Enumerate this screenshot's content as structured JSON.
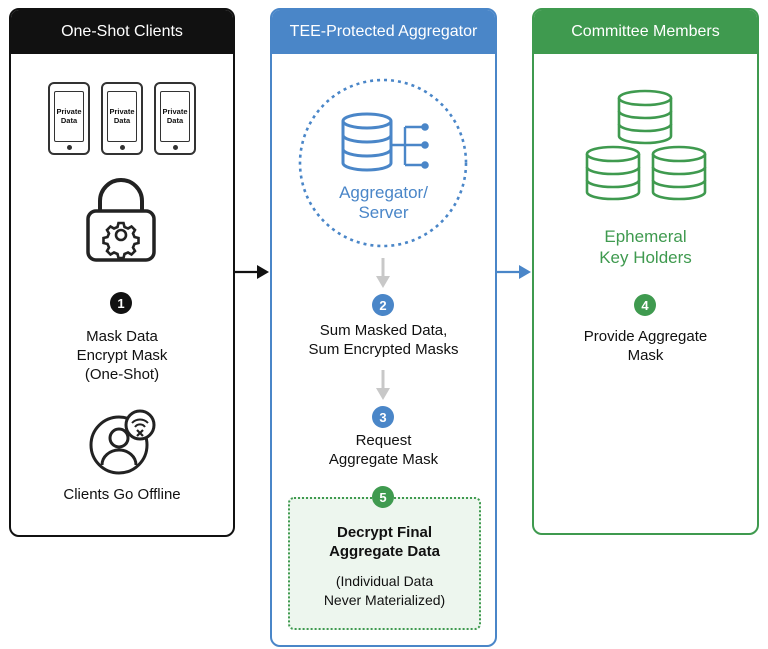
{
  "panels": {
    "clients": {
      "title": "One-Shot Clients"
    },
    "aggregator": {
      "title": "TEE-Protected Aggregator"
    },
    "committee": {
      "title": "Committee Members"
    }
  },
  "clients": {
    "phone_label_1": "Private",
    "phone_label_2": "Data",
    "step1": {
      "number": "1",
      "line1": "Mask Data",
      "line2": "Encrypt Mask",
      "line3": "(One-Shot)"
    },
    "offline_label": "Clients Go Offline"
  },
  "aggregator": {
    "server_line1": "Aggregator/",
    "server_line2": "Server",
    "step2": {
      "number": "2",
      "line1": "Sum Masked Data,",
      "line2": "Sum Encrypted Masks"
    },
    "step3": {
      "number": "3",
      "line1": "Request",
      "line2": "Aggregate Mask"
    },
    "step5": {
      "number": "5",
      "line1": "Decrypt Final",
      "line2": "Aggregate Data",
      "line3": "(Individual Data",
      "line4": "Never Materialized)"
    }
  },
  "committee": {
    "holders_line1": "Ephemeral",
    "holders_line2": "Key Holders",
    "step4": {
      "number": "4",
      "line1": "Provide Aggregate",
      "line2": "Mask"
    }
  },
  "colors": {
    "black": "#111111",
    "blue": "#4a86c8",
    "green": "#3f9a4f",
    "light_green_bg": "#edf6ee",
    "gray_arrow": "#c8c8c8"
  },
  "icons": [
    "phone-icon",
    "padlock-gear-icon",
    "user-offline-icon",
    "database-icon",
    "network-branch-icon",
    "key-holders-database-icon",
    "arrow-right-icon",
    "arrow-down-icon"
  ]
}
